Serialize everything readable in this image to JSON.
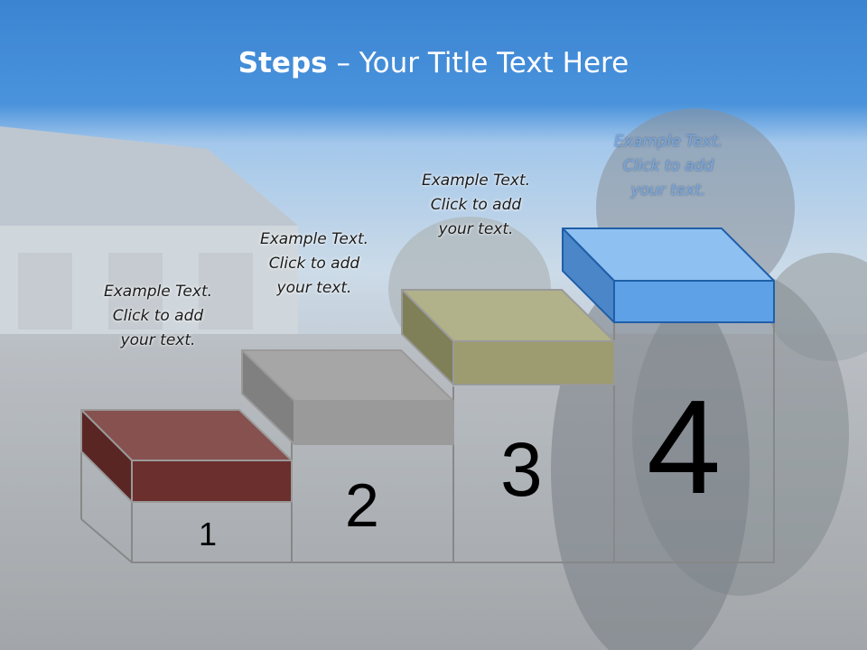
{
  "title": {
    "bold": "Steps",
    "rest": " – Your Title Text Here"
  },
  "colors": {
    "header_blue": "#2f7fd3",
    "step1": "#6b2f2d",
    "step2": "#9a9a9a",
    "step3": "#9c9c70",
    "step4": "#5ea1e6"
  },
  "steps": [
    {
      "number": "1",
      "caption": [
        "Example Text.",
        "Click  to add",
        "your text."
      ]
    },
    {
      "number": "2",
      "caption": [
        "Example Text.",
        "Click  to add",
        "your text."
      ]
    },
    {
      "number": "3",
      "caption": [
        "Example Text.",
        "Click  to add",
        "your text."
      ]
    },
    {
      "number": "4",
      "caption": [
        "Example Text.",
        "Click  to add",
        "your text."
      ]
    }
  ]
}
